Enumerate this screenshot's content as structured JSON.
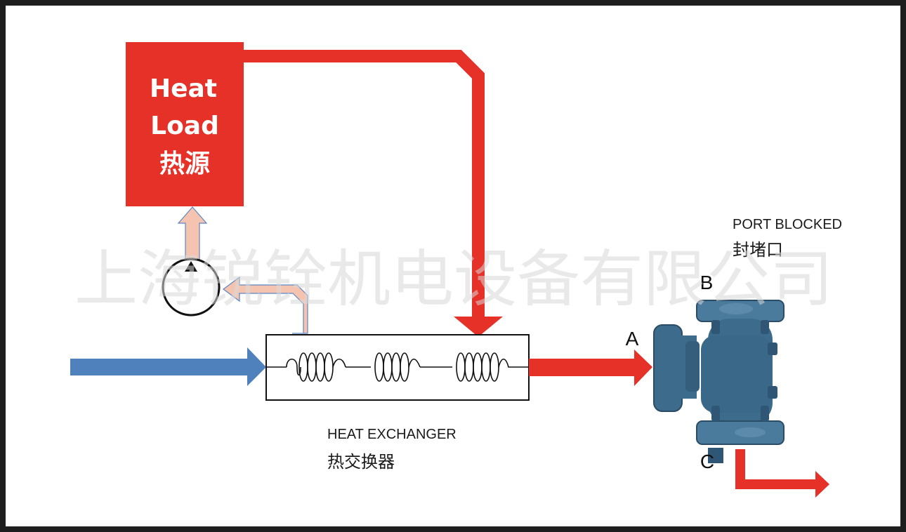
{
  "heat_load": {
    "line1": "Heat",
    "line2": "Load",
    "line3": "热源",
    "color": "#e53128"
  },
  "heat_exchanger": {
    "label_en": "HEAT EXCHANGER",
    "label_cn": "热交换器"
  },
  "valve": {
    "port_a": "A",
    "port_b": "B",
    "port_c": "C",
    "blocked_en": "PORT BLOCKED",
    "blocked_cn": "封堵口",
    "body_color": "#3d6b8c"
  },
  "watermark": "上海锐铨机电设备有限公司",
  "colors": {
    "hot": "#e53128",
    "cold": "#4f81bd",
    "return": "#f5c4b0"
  }
}
